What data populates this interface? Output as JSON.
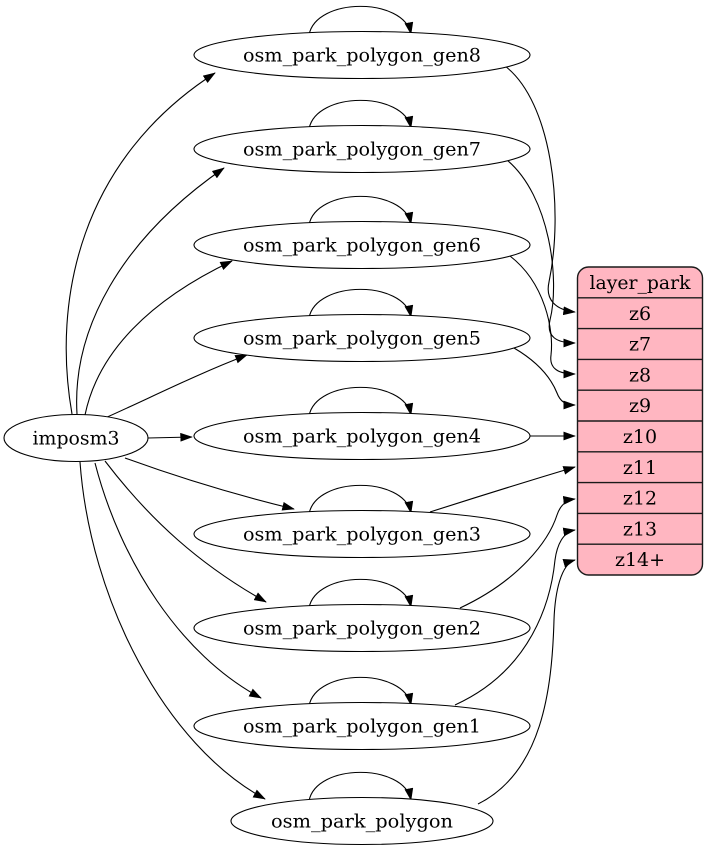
{
  "nodes": {
    "source": "imposm3",
    "generalized": [
      "osm_park_polygon_gen8",
      "osm_park_polygon_gen7",
      "osm_park_polygon_gen6",
      "osm_park_polygon_gen5",
      "osm_park_polygon_gen4",
      "osm_park_polygon_gen3",
      "osm_park_polygon_gen2",
      "osm_park_polygon_gen1",
      "osm_park_polygon"
    ]
  },
  "layer_table": {
    "title": "layer_park",
    "rows": [
      "z6",
      "z7",
      "z8",
      "z9",
      "z10",
      "z11",
      "z12",
      "z13",
      "z14+"
    ]
  },
  "colors": {
    "layer_fill": "#ffb6c1",
    "node_fill": "#ffffff",
    "stroke": "#000000",
    "text": "#000000",
    "background": "#ffffff"
  },
  "edges": {
    "from_source": [
      {
        "from": "imposm3",
        "to": "osm_park_polygon_gen8"
      },
      {
        "from": "imposm3",
        "to": "osm_park_polygon_gen7"
      },
      {
        "from": "imposm3",
        "to": "osm_park_polygon_gen6"
      },
      {
        "from": "imposm3",
        "to": "osm_park_polygon_gen5"
      },
      {
        "from": "imposm3",
        "to": "osm_park_polygon_gen4"
      },
      {
        "from": "imposm3",
        "to": "osm_park_polygon_gen3"
      },
      {
        "from": "imposm3",
        "to": "osm_park_polygon_gen2"
      },
      {
        "from": "imposm3",
        "to": "osm_park_polygon_gen1"
      },
      {
        "from": "imposm3",
        "to": "osm_park_polygon"
      }
    ],
    "self_loops": [
      "osm_park_polygon_gen8",
      "osm_park_polygon_gen7",
      "osm_park_polygon_gen6",
      "osm_park_polygon_gen5",
      "osm_park_polygon_gen4",
      "osm_park_polygon_gen3",
      "osm_park_polygon_gen2",
      "osm_park_polygon_gen1",
      "osm_park_polygon"
    ],
    "to_layer": [
      {
        "from": "osm_park_polygon_gen8",
        "row": "z6"
      },
      {
        "from": "osm_park_polygon_gen7",
        "row": "z7"
      },
      {
        "from": "osm_park_polygon_gen6",
        "row": "z8"
      },
      {
        "from": "osm_park_polygon_gen5",
        "row": "z9"
      },
      {
        "from": "osm_park_polygon_gen4",
        "row": "z10"
      },
      {
        "from": "osm_park_polygon_gen3",
        "row": "z11"
      },
      {
        "from": "osm_park_polygon_gen2",
        "row": "z12"
      },
      {
        "from": "osm_park_polygon_gen1",
        "row": "z13"
      },
      {
        "from": "osm_park_polygon",
        "row": "z14+"
      }
    ]
  }
}
